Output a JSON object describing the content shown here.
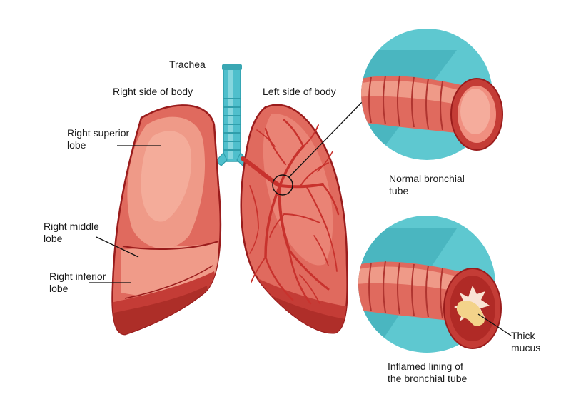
{
  "labels": {
    "trachea": "Trachea",
    "right_side": "Right side of body",
    "left_side": "Left side of body",
    "right_superior": [
      "Right superior",
      "lobe"
    ],
    "right_middle": [
      "Right middle",
      "lobe"
    ],
    "right_inferior": [
      "Right inferior",
      "lobe"
    ],
    "normal_tube": [
      "Normal bronchial",
      "tube"
    ],
    "inflamed_tube": [
      "Inflamed lining of",
      "the bronchial tube"
    ],
    "thick_mucus": [
      "Thick",
      "mucus"
    ]
  },
  "colors": {
    "lung_base": "#e06a5e",
    "lung_light": "#ef9a88",
    "lung_dark": "#c43c36",
    "outline": "#9a1c1c",
    "bronchi": "#c8322d",
    "trachea": "#4fbfcc",
    "trachea_light": "#9ee0e6",
    "circle_bg": "#5ec8d0",
    "circle_dark": "#3aa7b3",
    "mucus": "#f3d38a"
  }
}
